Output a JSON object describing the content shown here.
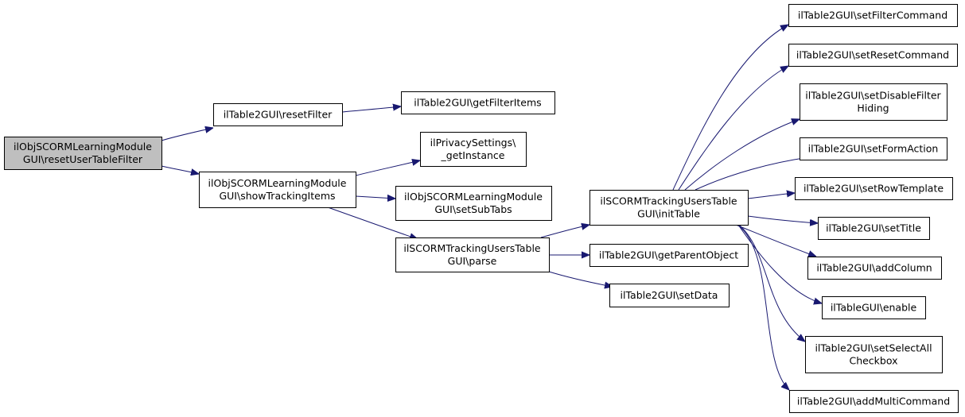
{
  "colors": {
    "edge": "#191970",
    "root_fill": "#bfbfbf",
    "node_fill": "#ffffff",
    "node_border": "#000000"
  },
  "nodes": {
    "root": {
      "lines": [
        "ilObjSCORMLearningModule",
        "GUI\\resetUserTableFilter"
      ]
    },
    "resetFilter": {
      "lines": [
        "ilTable2GUI\\resetFilter"
      ]
    },
    "getFilterItems": {
      "lines": [
        "ilTable2GUI\\getFilterItems"
      ]
    },
    "showTrackingItems": {
      "lines": [
        "ilObjSCORMLearningModule",
        "GUI\\showTrackingItems"
      ]
    },
    "getInstance": {
      "lines": [
        "ilPrivacySettings\\",
        "_getInstance"
      ]
    },
    "setSubTabs": {
      "lines": [
        "ilObjSCORMLearningModule",
        "GUI\\setSubTabs"
      ]
    },
    "parse": {
      "lines": [
        "ilSCORMTrackingUsersTable",
        "GUI\\parse"
      ]
    },
    "initTable": {
      "lines": [
        "ilSCORMTrackingUsersTable",
        "GUI\\initTable"
      ]
    },
    "getParentObject": {
      "lines": [
        "ilTable2GUI\\getParentObject"
      ]
    },
    "setData": {
      "lines": [
        "ilTable2GUI\\setData"
      ]
    },
    "setFilterCommand": {
      "lines": [
        "ilTable2GUI\\setFilterCommand"
      ]
    },
    "setResetCommand": {
      "lines": [
        "ilTable2GUI\\setResetCommand"
      ]
    },
    "setDisableFilterHiding": {
      "lines": [
        "ilTable2GUI\\setDisableFilter",
        "Hiding"
      ]
    },
    "setFormAction": {
      "lines": [
        "ilTable2GUI\\setFormAction"
      ]
    },
    "setRowTemplate": {
      "lines": [
        "ilTable2GUI\\setRowTemplate"
      ]
    },
    "setTitle": {
      "lines": [
        "ilTable2GUI\\setTitle"
      ]
    },
    "addColumn": {
      "lines": [
        "ilTable2GUI\\addColumn"
      ]
    },
    "enable": {
      "lines": [
        "ilTableGUI\\enable"
      ]
    },
    "setSelectAllCheckbox": {
      "lines": [
        "ilTable2GUI\\setSelectAll",
        "Checkbox"
      ]
    },
    "addMultiCommand": {
      "lines": [
        "ilTable2GUI\\addMultiCommand"
      ]
    }
  },
  "edges": [
    [
      "root",
      "resetFilter"
    ],
    [
      "root",
      "showTrackingItems"
    ],
    [
      "resetFilter",
      "getFilterItems"
    ],
    [
      "showTrackingItems",
      "getInstance"
    ],
    [
      "showTrackingItems",
      "setSubTabs"
    ],
    [
      "showTrackingItems",
      "parse"
    ],
    [
      "parse",
      "initTable"
    ],
    [
      "parse",
      "getParentObject"
    ],
    [
      "parse",
      "setData"
    ],
    [
      "initTable",
      "setFilterCommand"
    ],
    [
      "initTable",
      "setResetCommand"
    ],
    [
      "initTable",
      "setDisableFilterHiding"
    ],
    [
      "initTable",
      "setFormAction"
    ],
    [
      "initTable",
      "setRowTemplate"
    ],
    [
      "initTable",
      "setTitle"
    ],
    [
      "initTable",
      "addColumn"
    ],
    [
      "initTable",
      "enable"
    ],
    [
      "initTable",
      "setSelectAllCheckbox"
    ],
    [
      "initTable",
      "addMultiCommand"
    ]
  ]
}
